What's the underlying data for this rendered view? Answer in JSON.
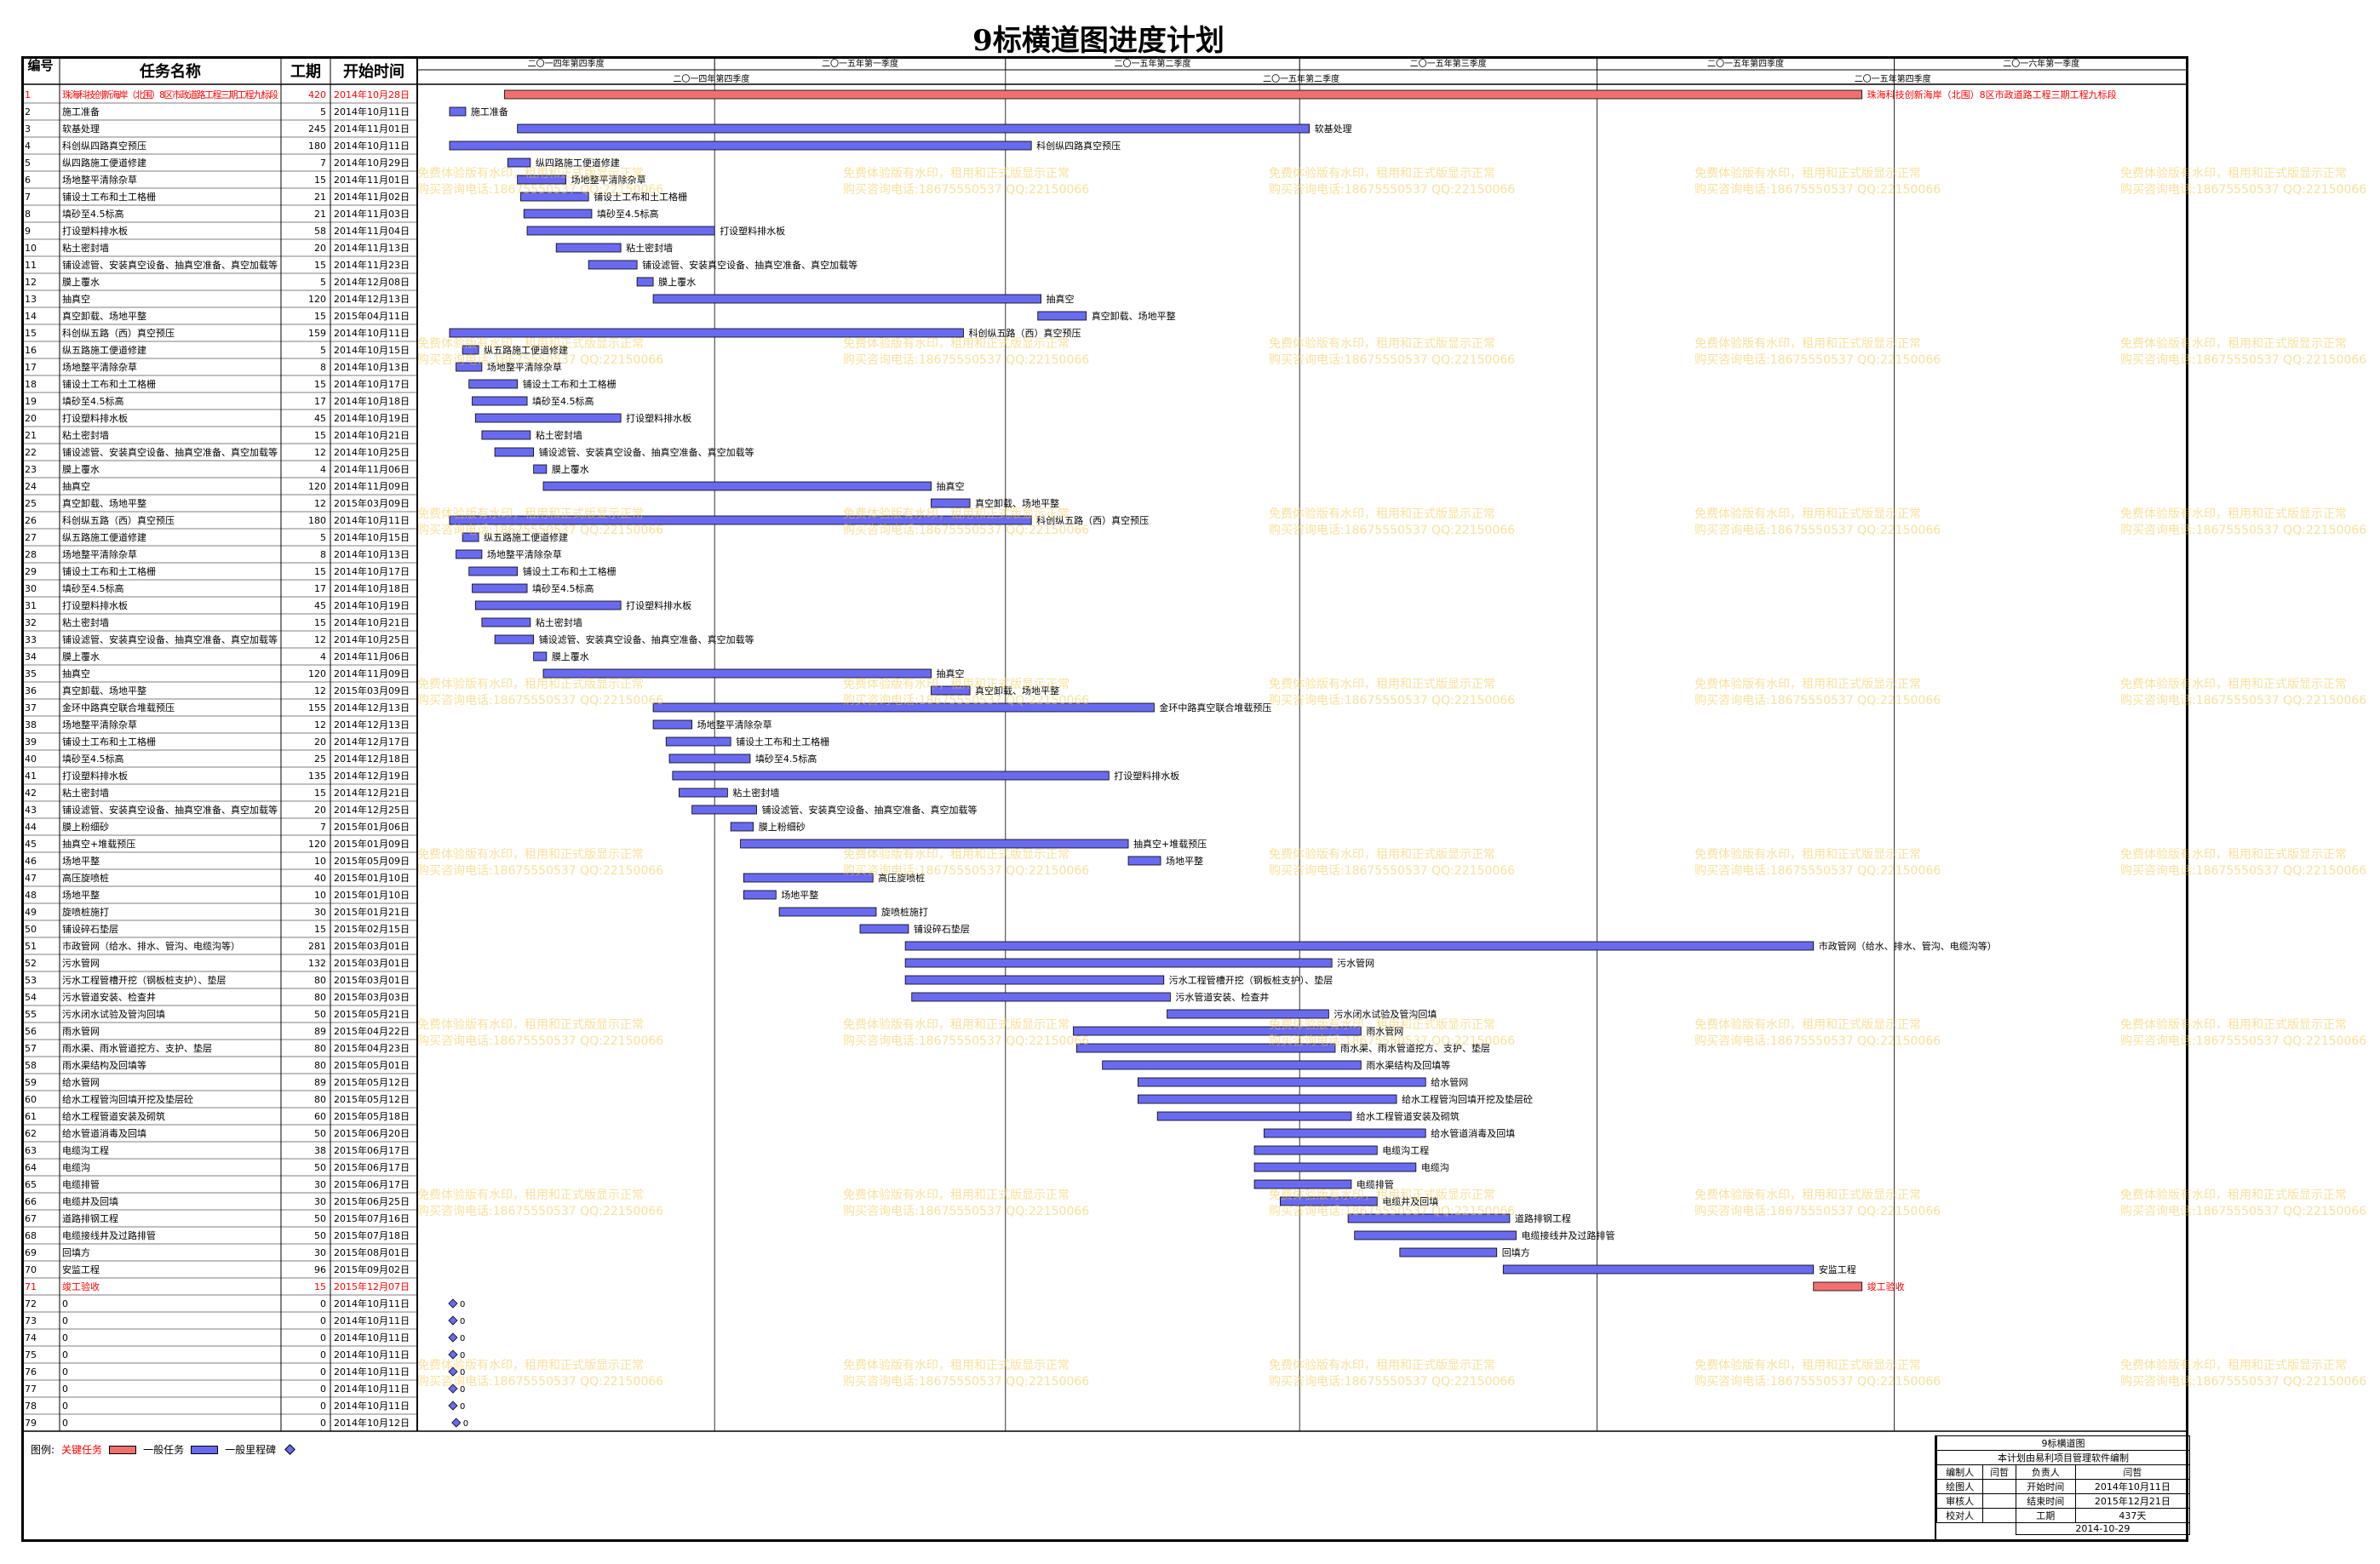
{
  "title": "9标横道图进度计划",
  "headers": {
    "id": "编号",
    "name": "任务名称",
    "dur": "工期",
    "start": "开始时间"
  },
  "timescale": {
    "top": [
      "二〇一四年第四季度",
      "二〇一五年第一季度",
      "二〇一五年第二季度",
      "二〇一五年第三季度",
      "二〇一五年第四季度",
      "二〇一六年第一季度"
    ],
    "bottom": [
      "二〇一四年第四季度",
      "二〇一五年第二季度",
      "二〇一五年第四季度"
    ]
  },
  "tasks": [
    {
      "id": "1",
      "name": "珠海科技创新海岸（北围）8区市政道路工程三期工程九标段",
      "dur": "420",
      "start": "2014年10月28日",
      "critical": true
    },
    {
      "id": "2",
      "name": "施工准备",
      "dur": "5",
      "start": "2014年10月11日"
    },
    {
      "id": "3",
      "name": "软基处理",
      "dur": "245",
      "start": "2014年11月01日"
    },
    {
      "id": "4",
      "name": "科创纵四路真空预压",
      "dur": "180",
      "start": "2014年10月11日"
    },
    {
      "id": "5",
      "name": "纵四路施工便道修建",
      "dur": "7",
      "start": "2014年10月29日"
    },
    {
      "id": "6",
      "name": "场地整平清除杂草",
      "dur": "15",
      "start": "2014年11月01日"
    },
    {
      "id": "7",
      "name": "铺设土工布和土工格栅",
      "dur": "21",
      "start": "2014年11月02日"
    },
    {
      "id": "8",
      "name": "填砂至4.5标高",
      "dur": "21",
      "start": "2014年11月03日"
    },
    {
      "id": "9",
      "name": "打设塑料排水板",
      "dur": "58",
      "start": "2014年11月04日"
    },
    {
      "id": "10",
      "name": "粘土密封墙",
      "dur": "20",
      "start": "2014年11月13日"
    },
    {
      "id": "11",
      "name": "铺设滤管、安装真空设备、抽真空准备、真空加载等",
      "dur": "15",
      "start": "2014年11月23日"
    },
    {
      "id": "12",
      "name": "膜上覆水",
      "dur": "5",
      "start": "2014年12月08日"
    },
    {
      "id": "13",
      "name": "抽真空",
      "dur": "120",
      "start": "2014年12月13日"
    },
    {
      "id": "14",
      "name": "真空卸载、场地平整",
      "dur": "15",
      "start": "2015年04月11日"
    },
    {
      "id": "15",
      "name": "科创纵五路（西）真空预压",
      "dur": "159",
      "start": "2014年10月11日"
    },
    {
      "id": "16",
      "name": "纵五路施工便道修建",
      "dur": "5",
      "start": "2014年10月15日"
    },
    {
      "id": "17",
      "name": "场地整平清除杂草",
      "dur": "8",
      "start": "2014年10月13日"
    },
    {
      "id": "18",
      "name": "铺设土工布和土工格栅",
      "dur": "15",
      "start": "2014年10月17日"
    },
    {
      "id": "19",
      "name": "填砂至4.5标高",
      "dur": "17",
      "start": "2014年10月18日"
    },
    {
      "id": "20",
      "name": "打设塑料排水板",
      "dur": "45",
      "start": "2014年10月19日"
    },
    {
      "id": "21",
      "name": "粘土密封墙",
      "dur": "15",
      "start": "2014年10月21日"
    },
    {
      "id": "22",
      "name": "铺设滤管、安装真空设备、抽真空准备、真空加载等",
      "dur": "12",
      "start": "2014年10月25日"
    },
    {
      "id": "23",
      "name": "膜上覆水",
      "dur": "4",
      "start": "2014年11月06日"
    },
    {
      "id": "24",
      "name": "抽真空",
      "dur": "120",
      "start": "2014年11月09日"
    },
    {
      "id": "25",
      "name": "真空卸载、场地平整",
      "dur": "12",
      "start": "2015年03月09日"
    },
    {
      "id": "26",
      "name": "科创纵五路（西）真空预压",
      "dur": "180",
      "start": "2014年10月11日"
    },
    {
      "id": "27",
      "name": "纵五路施工便道修建",
      "dur": "5",
      "start": "2014年10月15日"
    },
    {
      "id": "28",
      "name": "场地整平清除杂草",
      "dur": "8",
      "start": "2014年10月13日"
    },
    {
      "id": "29",
      "name": "铺设土工布和土工格栅",
      "dur": "15",
      "start": "2014年10月17日"
    },
    {
      "id": "30",
      "name": "填砂至4.5标高",
      "dur": "17",
      "start": "2014年10月18日"
    },
    {
      "id": "31",
      "name": "打设塑料排水板",
      "dur": "45",
      "start": "2014年10月19日"
    },
    {
      "id": "32",
      "name": "粘土密封墙",
      "dur": "15",
      "start": "2014年10月21日"
    },
    {
      "id": "33",
      "name": "铺设滤管、安装真空设备、抽真空准备、真空加载等",
      "dur": "12",
      "start": "2014年10月25日"
    },
    {
      "id": "34",
      "name": "膜上覆水",
      "dur": "4",
      "start": "2014年11月06日"
    },
    {
      "id": "35",
      "name": "抽真空",
      "dur": "120",
      "start": "2014年11月09日"
    },
    {
      "id": "36",
      "name": "真空卸载、场地平整",
      "dur": "12",
      "start": "2015年03月09日"
    },
    {
      "id": "37",
      "name": "金环中路真空联合堆载预压",
      "dur": "155",
      "start": "2014年12月13日"
    },
    {
      "id": "38",
      "name": "场地整平清除杂草",
      "dur": "12",
      "start": "2014年12月13日"
    },
    {
      "id": "39",
      "name": "铺设土工布和土工格栅",
      "dur": "20",
      "start": "2014年12月17日"
    },
    {
      "id": "40",
      "name": "填砂至4.5标高",
      "dur": "25",
      "start": "2014年12月18日"
    },
    {
      "id": "41",
      "name": "打设塑料排水板",
      "dur": "135",
      "start": "2014年12月19日"
    },
    {
      "id": "42",
      "name": "粘土密封墙",
      "dur": "15",
      "start": "2014年12月21日"
    },
    {
      "id": "43",
      "name": "铺设滤管、安装真空设备、抽真空准备、真空加载等",
      "dur": "20",
      "start": "2014年12月25日"
    },
    {
      "id": "44",
      "name": "膜上粉细砂",
      "dur": "7",
      "start": "2015年01月06日"
    },
    {
      "id": "45",
      "name": "抽真空+堆载预压",
      "dur": "120",
      "start": "2015年01月09日"
    },
    {
      "id": "46",
      "name": "场地平整",
      "dur": "10",
      "start": "2015年05月09日"
    },
    {
      "id": "47",
      "name": "高压旋喷桩",
      "dur": "40",
      "start": "2015年01月10日"
    },
    {
      "id": "48",
      "name": "场地平整",
      "dur": "10",
      "start": "2015年01月10日"
    },
    {
      "id": "49",
      "name": "旋喷桩施打",
      "dur": "30",
      "start": "2015年01月21日"
    },
    {
      "id": "50",
      "name": "铺设碎石垫层",
      "dur": "15",
      "start": "2015年02月15日"
    },
    {
      "id": "51",
      "name": "市政管网（给水、排水、管沟、电缆沟等）",
      "dur": "281",
      "start": "2015年03月01日"
    },
    {
      "id": "52",
      "name": "污水管网",
      "dur": "132",
      "start": "2015年03月01日"
    },
    {
      "id": "53",
      "name": "污水工程管槽开挖（钢板桩支护）、垫层",
      "dur": "80",
      "start": "2015年03月01日"
    },
    {
      "id": "54",
      "name": "污水管道安装、检查井",
      "dur": "80",
      "start": "2015年03月03日"
    },
    {
      "id": "55",
      "name": "污水闭水试验及管沟回填",
      "dur": "50",
      "start": "2015年05月21日"
    },
    {
      "id": "56",
      "name": "雨水管网",
      "dur": "89",
      "start": "2015年04月22日"
    },
    {
      "id": "57",
      "name": "雨水渠、雨水管道挖方、支护、垫层",
      "dur": "80",
      "start": "2015年04月23日"
    },
    {
      "id": "58",
      "name": "雨水渠结构及回填等",
      "dur": "80",
      "start": "2015年05月01日"
    },
    {
      "id": "59",
      "name": "给水管网",
      "dur": "89",
      "start": "2015年05月12日"
    },
    {
      "id": "60",
      "name": "给水工程管沟回填开挖及垫层砼",
      "dur": "80",
      "start": "2015年05月12日"
    },
    {
      "id": "61",
      "name": "给水工程管道安装及砌筑",
      "dur": "60",
      "start": "2015年05月18日"
    },
    {
      "id": "62",
      "name": "给水管道消毒及回填",
      "dur": "50",
      "start": "2015年06月20日"
    },
    {
      "id": "63",
      "name": "电缆沟工程",
      "dur": "38",
      "start": "2015年06月17日"
    },
    {
      "id": "64",
      "name": "电缆沟",
      "dur": "50",
      "start": "2015年06月17日"
    },
    {
      "id": "65",
      "name": "电缆排管",
      "dur": "30",
      "start": "2015年06月17日"
    },
    {
      "id": "66",
      "name": "电缆井及回填",
      "dur": "30",
      "start": "2015年06月25日"
    },
    {
      "id": "67",
      "name": "道路排钢工程",
      "dur": "50",
      "start": "2015年07月16日"
    },
    {
      "id": "68",
      "name": "电缆接线井及过路排管",
      "dur": "50",
      "start": "2015年07月18日"
    },
    {
      "id": "69",
      "name": "回填方",
      "dur": "30",
      "start": "2015年08月01日"
    },
    {
      "id": "70",
      "name": "安监工程",
      "dur": "96",
      "start": "2015年09月02日"
    },
    {
      "id": "71",
      "name": "竣工验收",
      "dur": "15",
      "start": "2015年12月07日",
      "critical": true
    },
    {
      "id": "72",
      "name": "0",
      "dur": "0",
      "start": "2014年10月11日",
      "milestone": true
    },
    {
      "id": "73",
      "name": "0",
      "dur": "0",
      "start": "2014年10月11日",
      "milestone": true
    },
    {
      "id": "74",
      "name": "0",
      "dur": "0",
      "start": "2014年10月11日",
      "milestone": true
    },
    {
      "id": "75",
      "name": "0",
      "dur": "0",
      "start": "2014年10月11日",
      "milestone": true
    },
    {
      "id": "76",
      "name": "0",
      "dur": "0",
      "start": "2014年10月11日",
      "milestone": true
    },
    {
      "id": "77",
      "name": "0",
      "dur": "0",
      "start": "2014年10月11日",
      "milestone": true
    },
    {
      "id": "78",
      "name": "0",
      "dur": "0",
      "start": "2014年10月11日",
      "milestone": true
    },
    {
      "id": "79",
      "name": "0",
      "dur": "0",
      "start": "2014年10月12日",
      "milestone": true
    }
  ],
  "legend": {
    "label": "图例:",
    "critical": "关键任务",
    "normal": "一般任务",
    "milestone": "一般里程碑"
  },
  "watermark": {
    "line1": "免费体验版有水印，租用和正式版显示正常",
    "line2": "购买咨询电话:18675550537 QQ:22150066"
  },
  "info": {
    "title": "9标横道图",
    "subtitle": "本计划由易利项目管理软件编制",
    "rows": [
      [
        "编制人",
        "闫哲",
        "负责人",
        "闫哲"
      ],
      [
        "绘图人",
        "",
        "开始时间",
        "2014年10月11日"
      ],
      [
        "审核人",
        "",
        "结束时间",
        "2015年12月21日"
      ],
      [
        "校对人",
        "",
        "工期",
        "437天"
      ]
    ],
    "date": "2014-10-29"
  },
  "colors": {
    "normal": "#6a6af0",
    "critical": "#f07070",
    "milestone": "#6a6af0",
    "grid": "#000000",
    "critical_text": "#ff0000",
    "watermark": "#f2c94c"
  }
}
